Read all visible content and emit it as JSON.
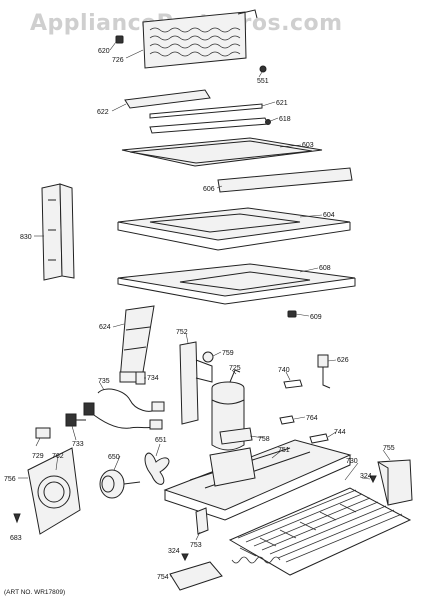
{
  "watermark": "AppliancePartsPros.com",
  "art_number": "(ART NO. WR17809)",
  "part_numbers": {
    "p620": "620",
    "p726": "726",
    "p551": "551",
    "p622": "622",
    "p621": "621",
    "p618": "618",
    "p603": "603",
    "p606": "606",
    "p830": "830",
    "p604": "604",
    "p608": "608",
    "p609": "609",
    "p624": "624",
    "p752": "752",
    "p759": "759",
    "p626": "626",
    "p740": "740",
    "p725": "725",
    "p735": "735",
    "p734": "734",
    "p764": "764",
    "p733": "733",
    "p651": "651",
    "p758": "758",
    "p744": "744",
    "p729": "729",
    "p762": "762",
    "p755": "755",
    "p751": "751",
    "p730": "730",
    "p650": "650",
    "p324a": "324",
    "p756": "756",
    "p683": "683",
    "p753": "753",
    "p324b": "324",
    "p754": "754"
  }
}
